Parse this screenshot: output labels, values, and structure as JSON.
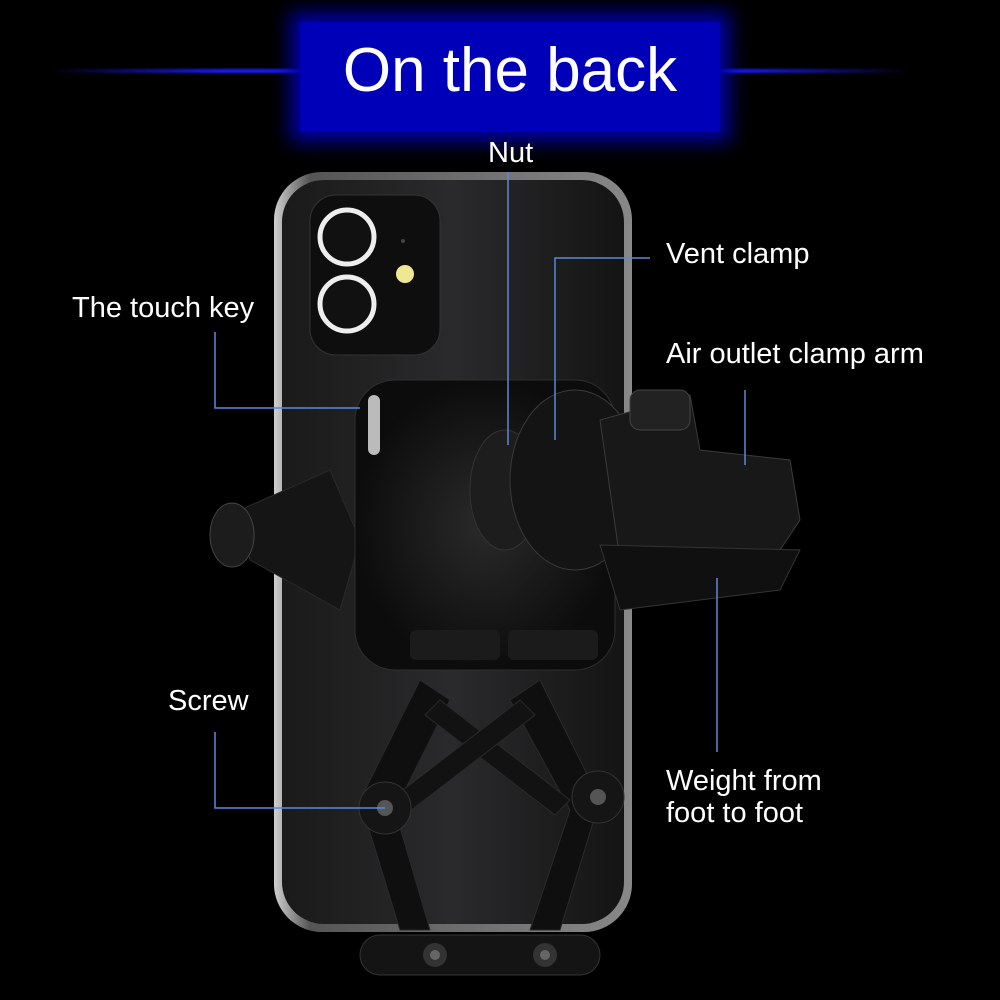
{
  "title": "On the back",
  "labels": {
    "nut": "Nut",
    "vent_clamp": "Vent clamp",
    "touch_key": "The touch key",
    "air_outlet_clamp_arm": "Air outlet clamp arm",
    "screw": "Screw",
    "weight_line1": "Weight from",
    "weight_line2": "foot to foot"
  },
  "colors": {
    "title_bg": "#0000b8",
    "callout_line": "#5a8ad8",
    "background": "#000000"
  }
}
